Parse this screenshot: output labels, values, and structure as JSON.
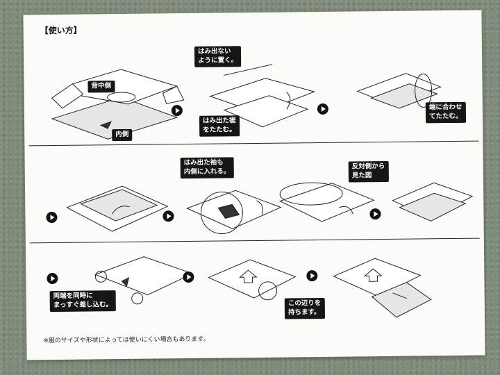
{
  "title": "【使い方】",
  "labels": {
    "back": "背中側",
    "inner": "内側",
    "protrude_top_1": "はみ出ない",
    "protrude_top_2": "ように置く。",
    "hem_1": "はみ出た裾",
    "hem_2": "をたたむ。",
    "edge_1": "端に合わせ",
    "edge_2": "てたたむ。",
    "sleeve_1": "はみ出た袖も",
    "sleeve_2": "内側に入れる。",
    "opposite_1": "反対側から",
    "opposite_2": "見た図",
    "both_1": "両端を同時に",
    "both_2": "まっすぐ差し込む。",
    "hold_1": "この辺りを",
    "hold_2": "持ちます。"
  },
  "note": "※服のサイズや形状によっては使いにくい場合もあります。"
}
